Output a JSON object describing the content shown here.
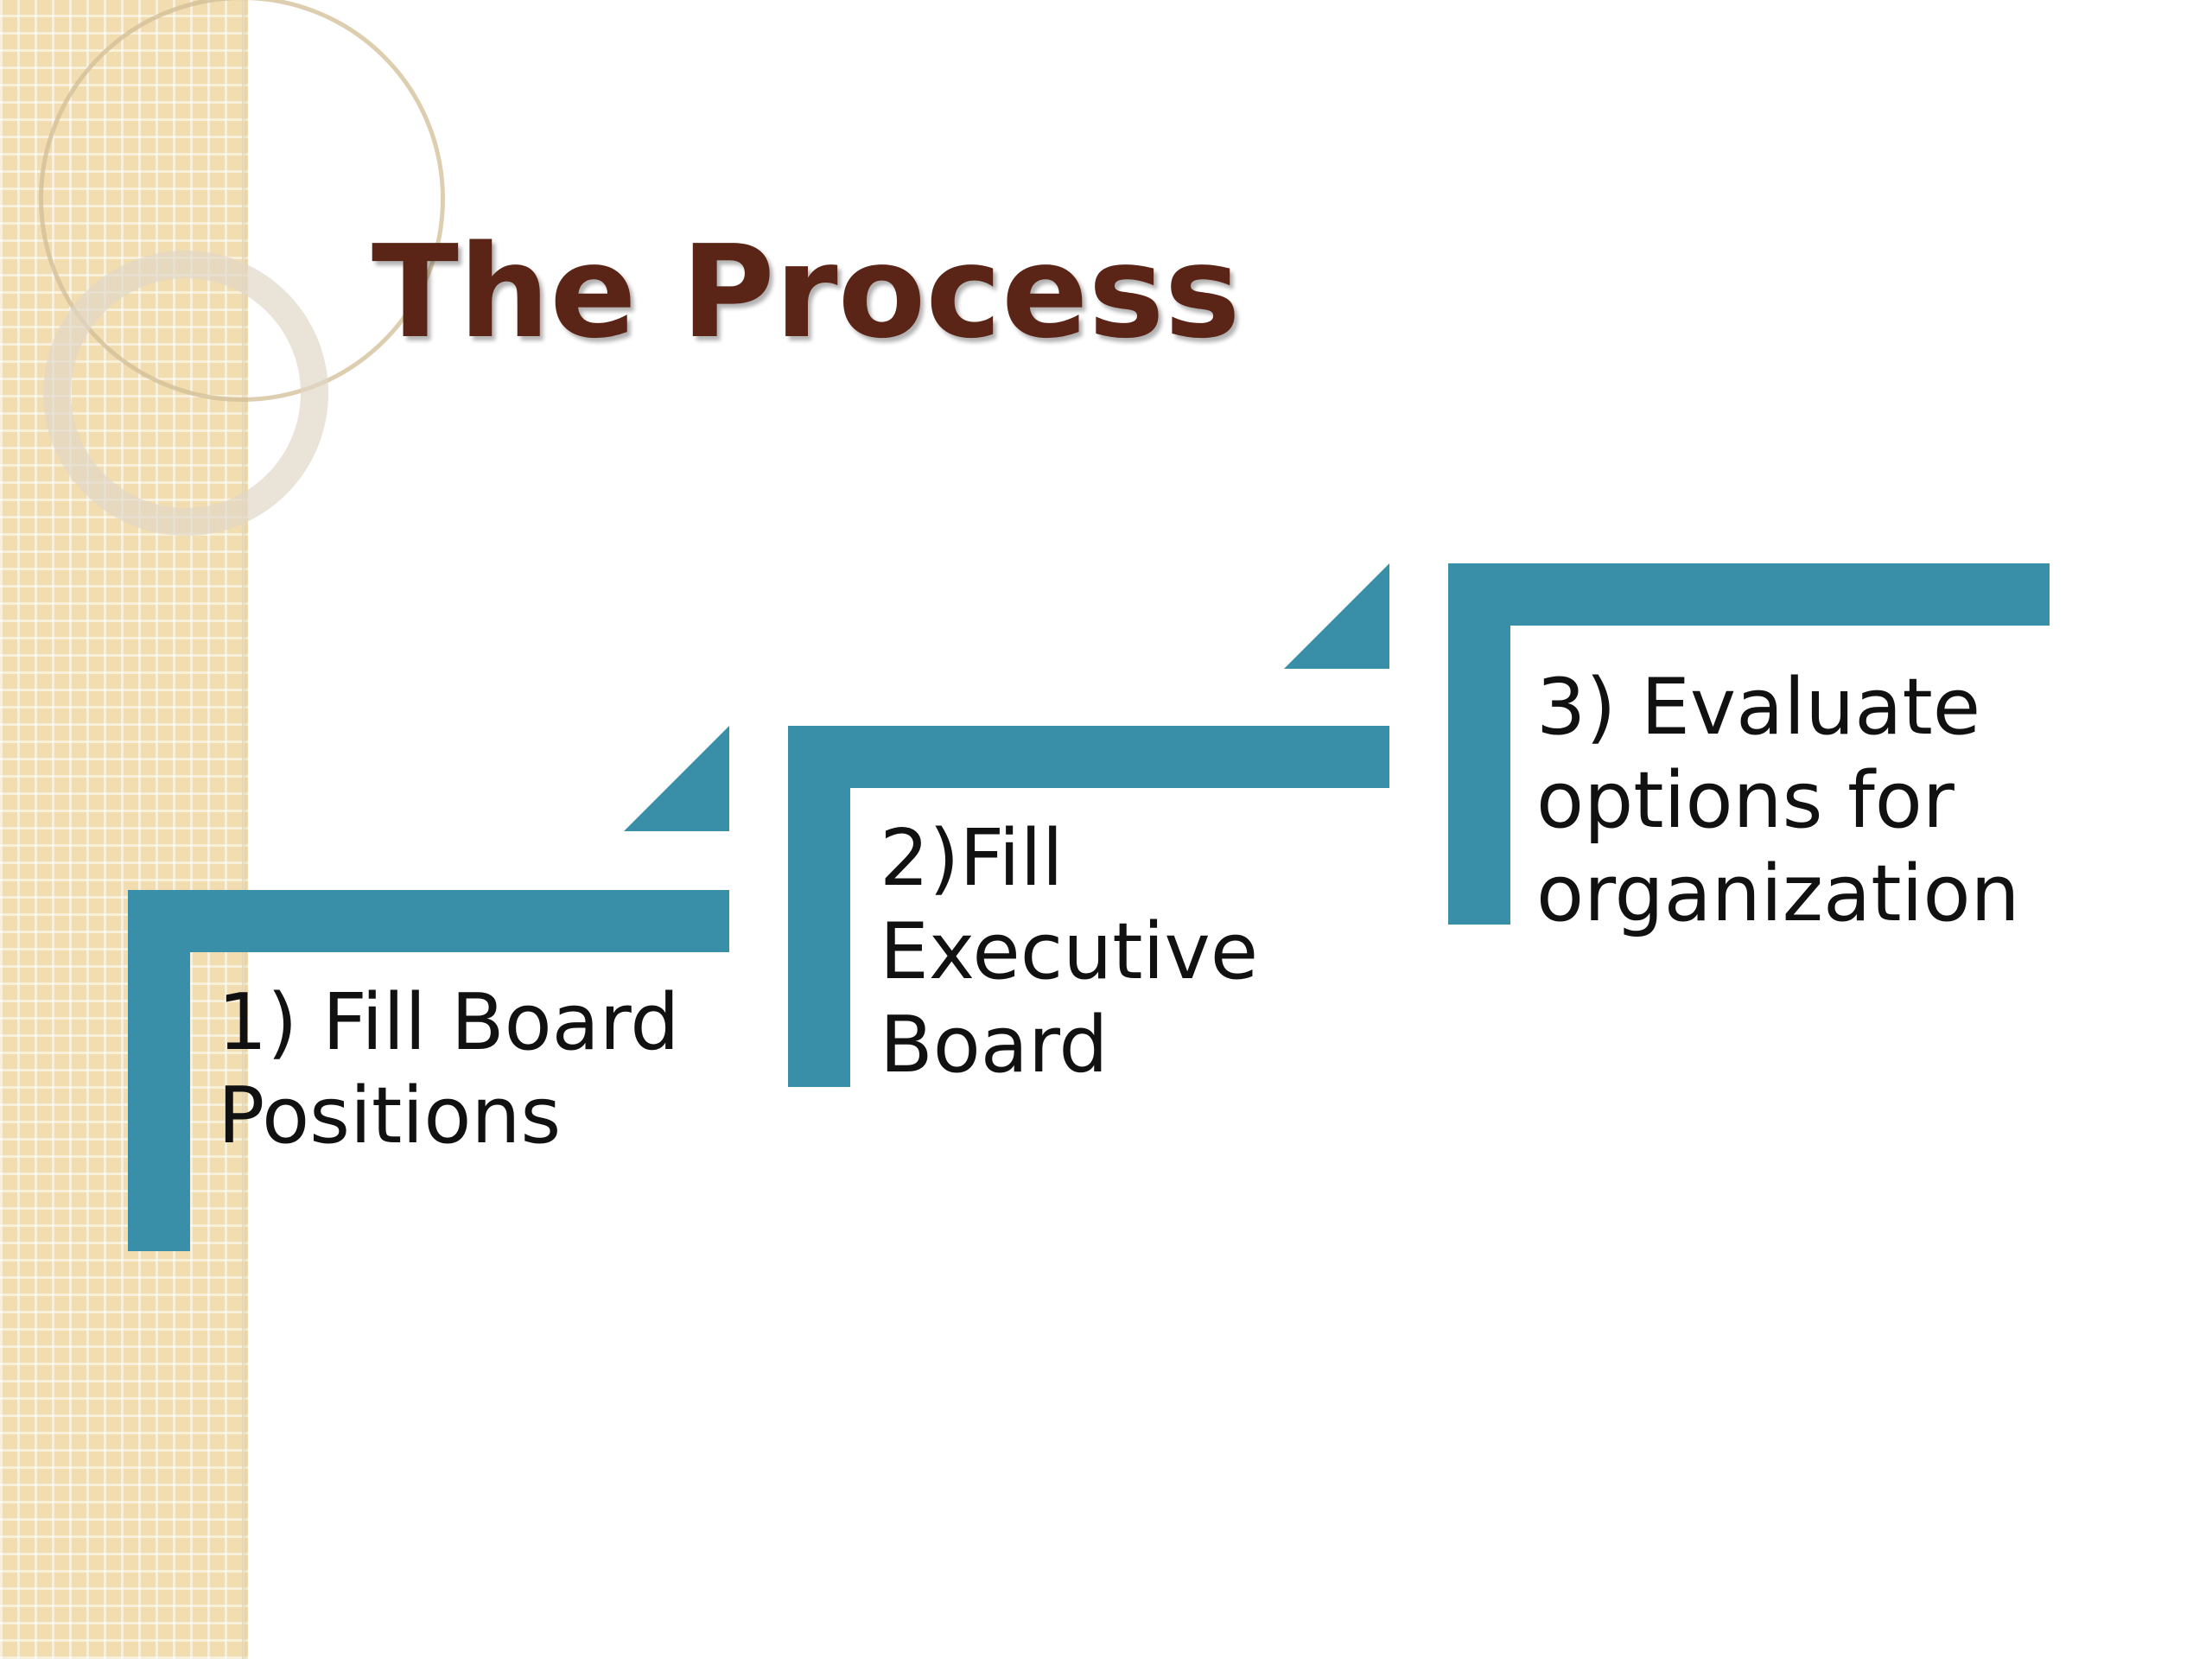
{
  "slide": {
    "title": "The Process"
  },
  "colors": {
    "accent": "#3a8fa8",
    "title": "#5a2416",
    "band": "#f1ddb0",
    "text": "#111111"
  },
  "steps": [
    {
      "lines": [
        "1) Fill Board",
        "Positions"
      ]
    },
    {
      "lines": [
        "2)Fill",
        "Executive",
        "Board"
      ]
    },
    {
      "lines": [
        "3) Evaluate",
        "options for",
        "organization"
      ]
    }
  ]
}
